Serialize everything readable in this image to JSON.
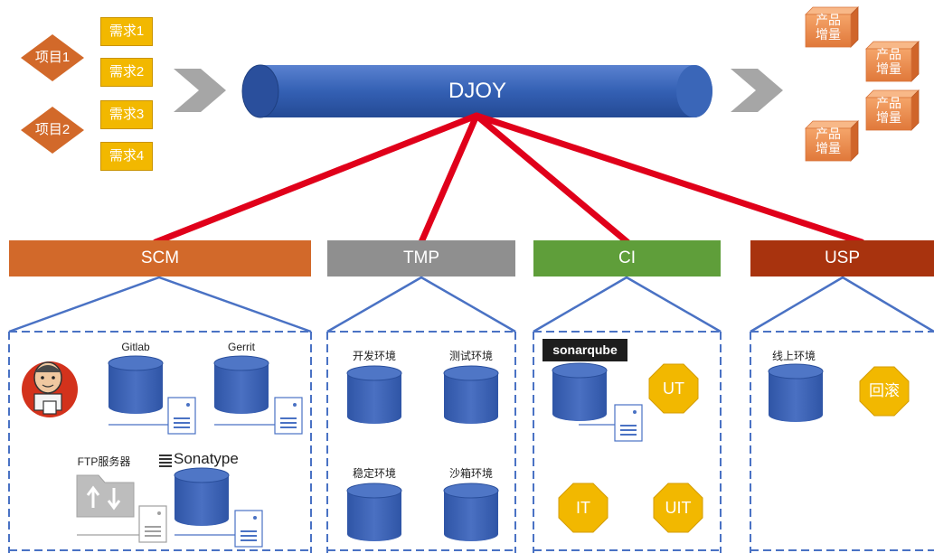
{
  "projects": [
    "项目1",
    "项目2"
  ],
  "requirements": [
    "需求1",
    "需求2",
    "需求3",
    "需求4"
  ],
  "pipeline": {
    "label": "DJOY"
  },
  "outputs": [
    "产品\n增量",
    "产品\n增量",
    "产品\n增量",
    "产品\n增量"
  ],
  "tiers": [
    {
      "name": "SCM",
      "color": "#d2692a"
    },
    {
      "name": "TMP",
      "color": "#8f8f8f"
    },
    {
      "name": "CI",
      "color": "#5f9e3a"
    },
    {
      "name": "USP",
      "color": "#a8330e"
    }
  ],
  "scm": {
    "gitlab": "Gitlab",
    "gerrit": "Gerrit",
    "ftp": "FTP服务器",
    "sonatype": "Sonatype"
  },
  "tmp": {
    "dev": "开发环境",
    "test": "测试环境",
    "stable": "稳定环境",
    "sandbox": "沙箱环境"
  },
  "ci": {
    "sonar": "sonarqube",
    "badges": [
      "UT",
      "IT",
      "UIT"
    ]
  },
  "usp": {
    "online": "线上环境",
    "rollback": "回滚"
  },
  "colors": {
    "accent_red": "#e0001a",
    "line_blue": "#4a72c4",
    "db_blue": "#3a5fb0",
    "diamond": "#d2692a",
    "octagon": "#f2b800"
  }
}
